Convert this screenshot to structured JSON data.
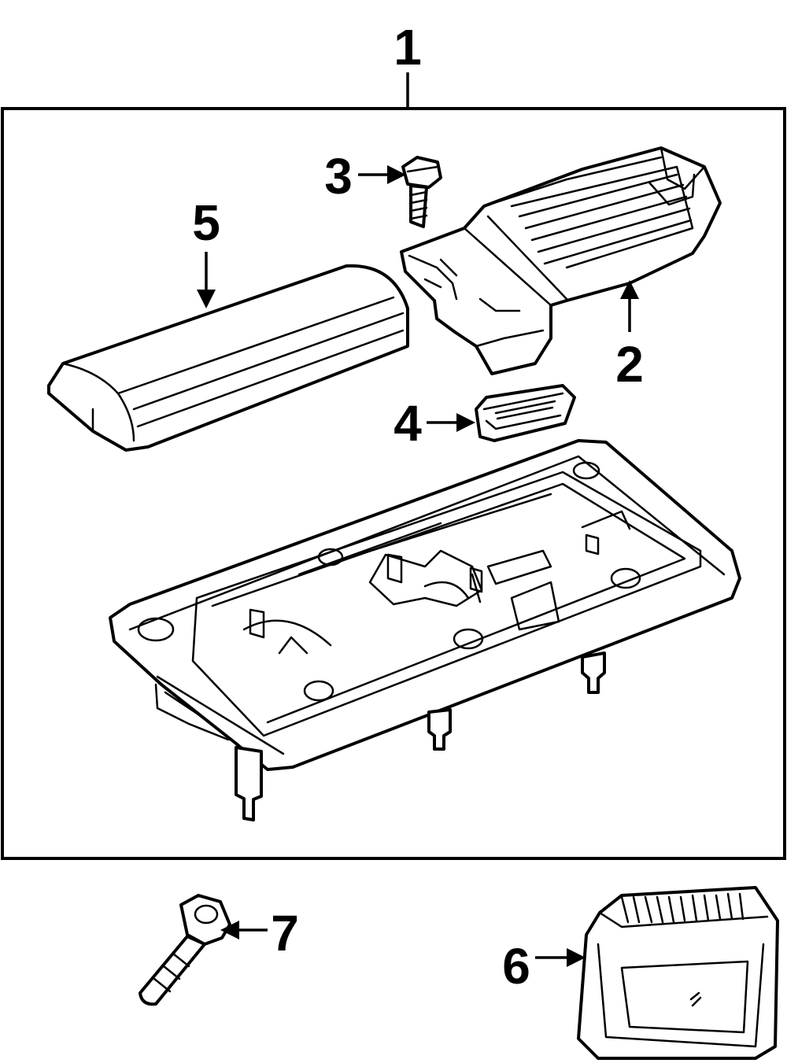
{
  "colors": {
    "ink": "#000000",
    "paper": "#ffffff"
  },
  "callouts": {
    "c1": "1",
    "c2": "2",
    "c3": "3",
    "c4": "4",
    "c5": "5",
    "c6": "6",
    "c7": "7"
  }
}
